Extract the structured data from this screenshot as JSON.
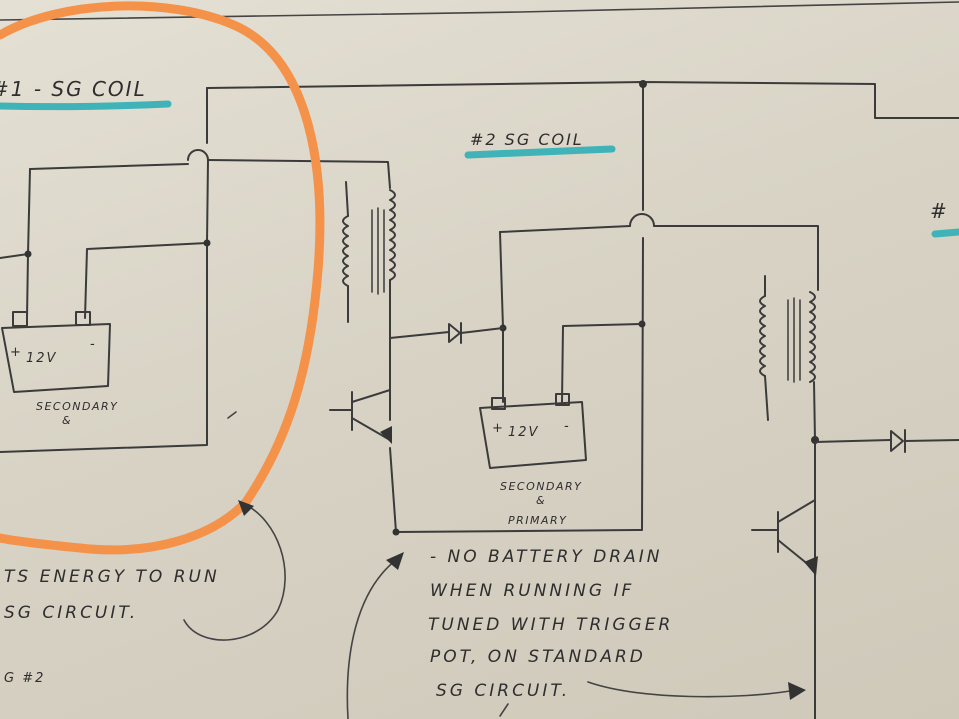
{
  "labels": {
    "coil1_title": "#1 - SG COIL",
    "coil2_title": "#2 SG COIL",
    "coil3_title": "#",
    "battery1_voltage": "12V",
    "battery1_plus": "+",
    "battery1_minus": "-",
    "battery1_caption": "SECONDARY",
    "battery1_caption2": "&",
    "battery2_voltage": "12V",
    "battery2_plus": "+",
    "battery2_minus": "-",
    "battery2_caption": "SECONDARY",
    "battery2_caption_amp": "&",
    "battery2_caption2": "PRIMARY"
  },
  "note_left": {
    "line1": "TS ENERGY TO RUN",
    "line2": "SG CIRCUIT.",
    "line3": "G #2"
  },
  "note_center": {
    "line1": "- NO BATTERY DRAIN",
    "line2": "WHEN RUNNING IF",
    "line3": "TUNED WITH TRIGGER",
    "line4": "POT, ON STANDARD",
    "line5": "SG CIRCUIT."
  },
  "colors": {
    "highlight_orange": "#f5924a",
    "underline_teal": "#3fb3b8",
    "pencil": "#3b3b3b",
    "paper": "#dfdbcf"
  }
}
